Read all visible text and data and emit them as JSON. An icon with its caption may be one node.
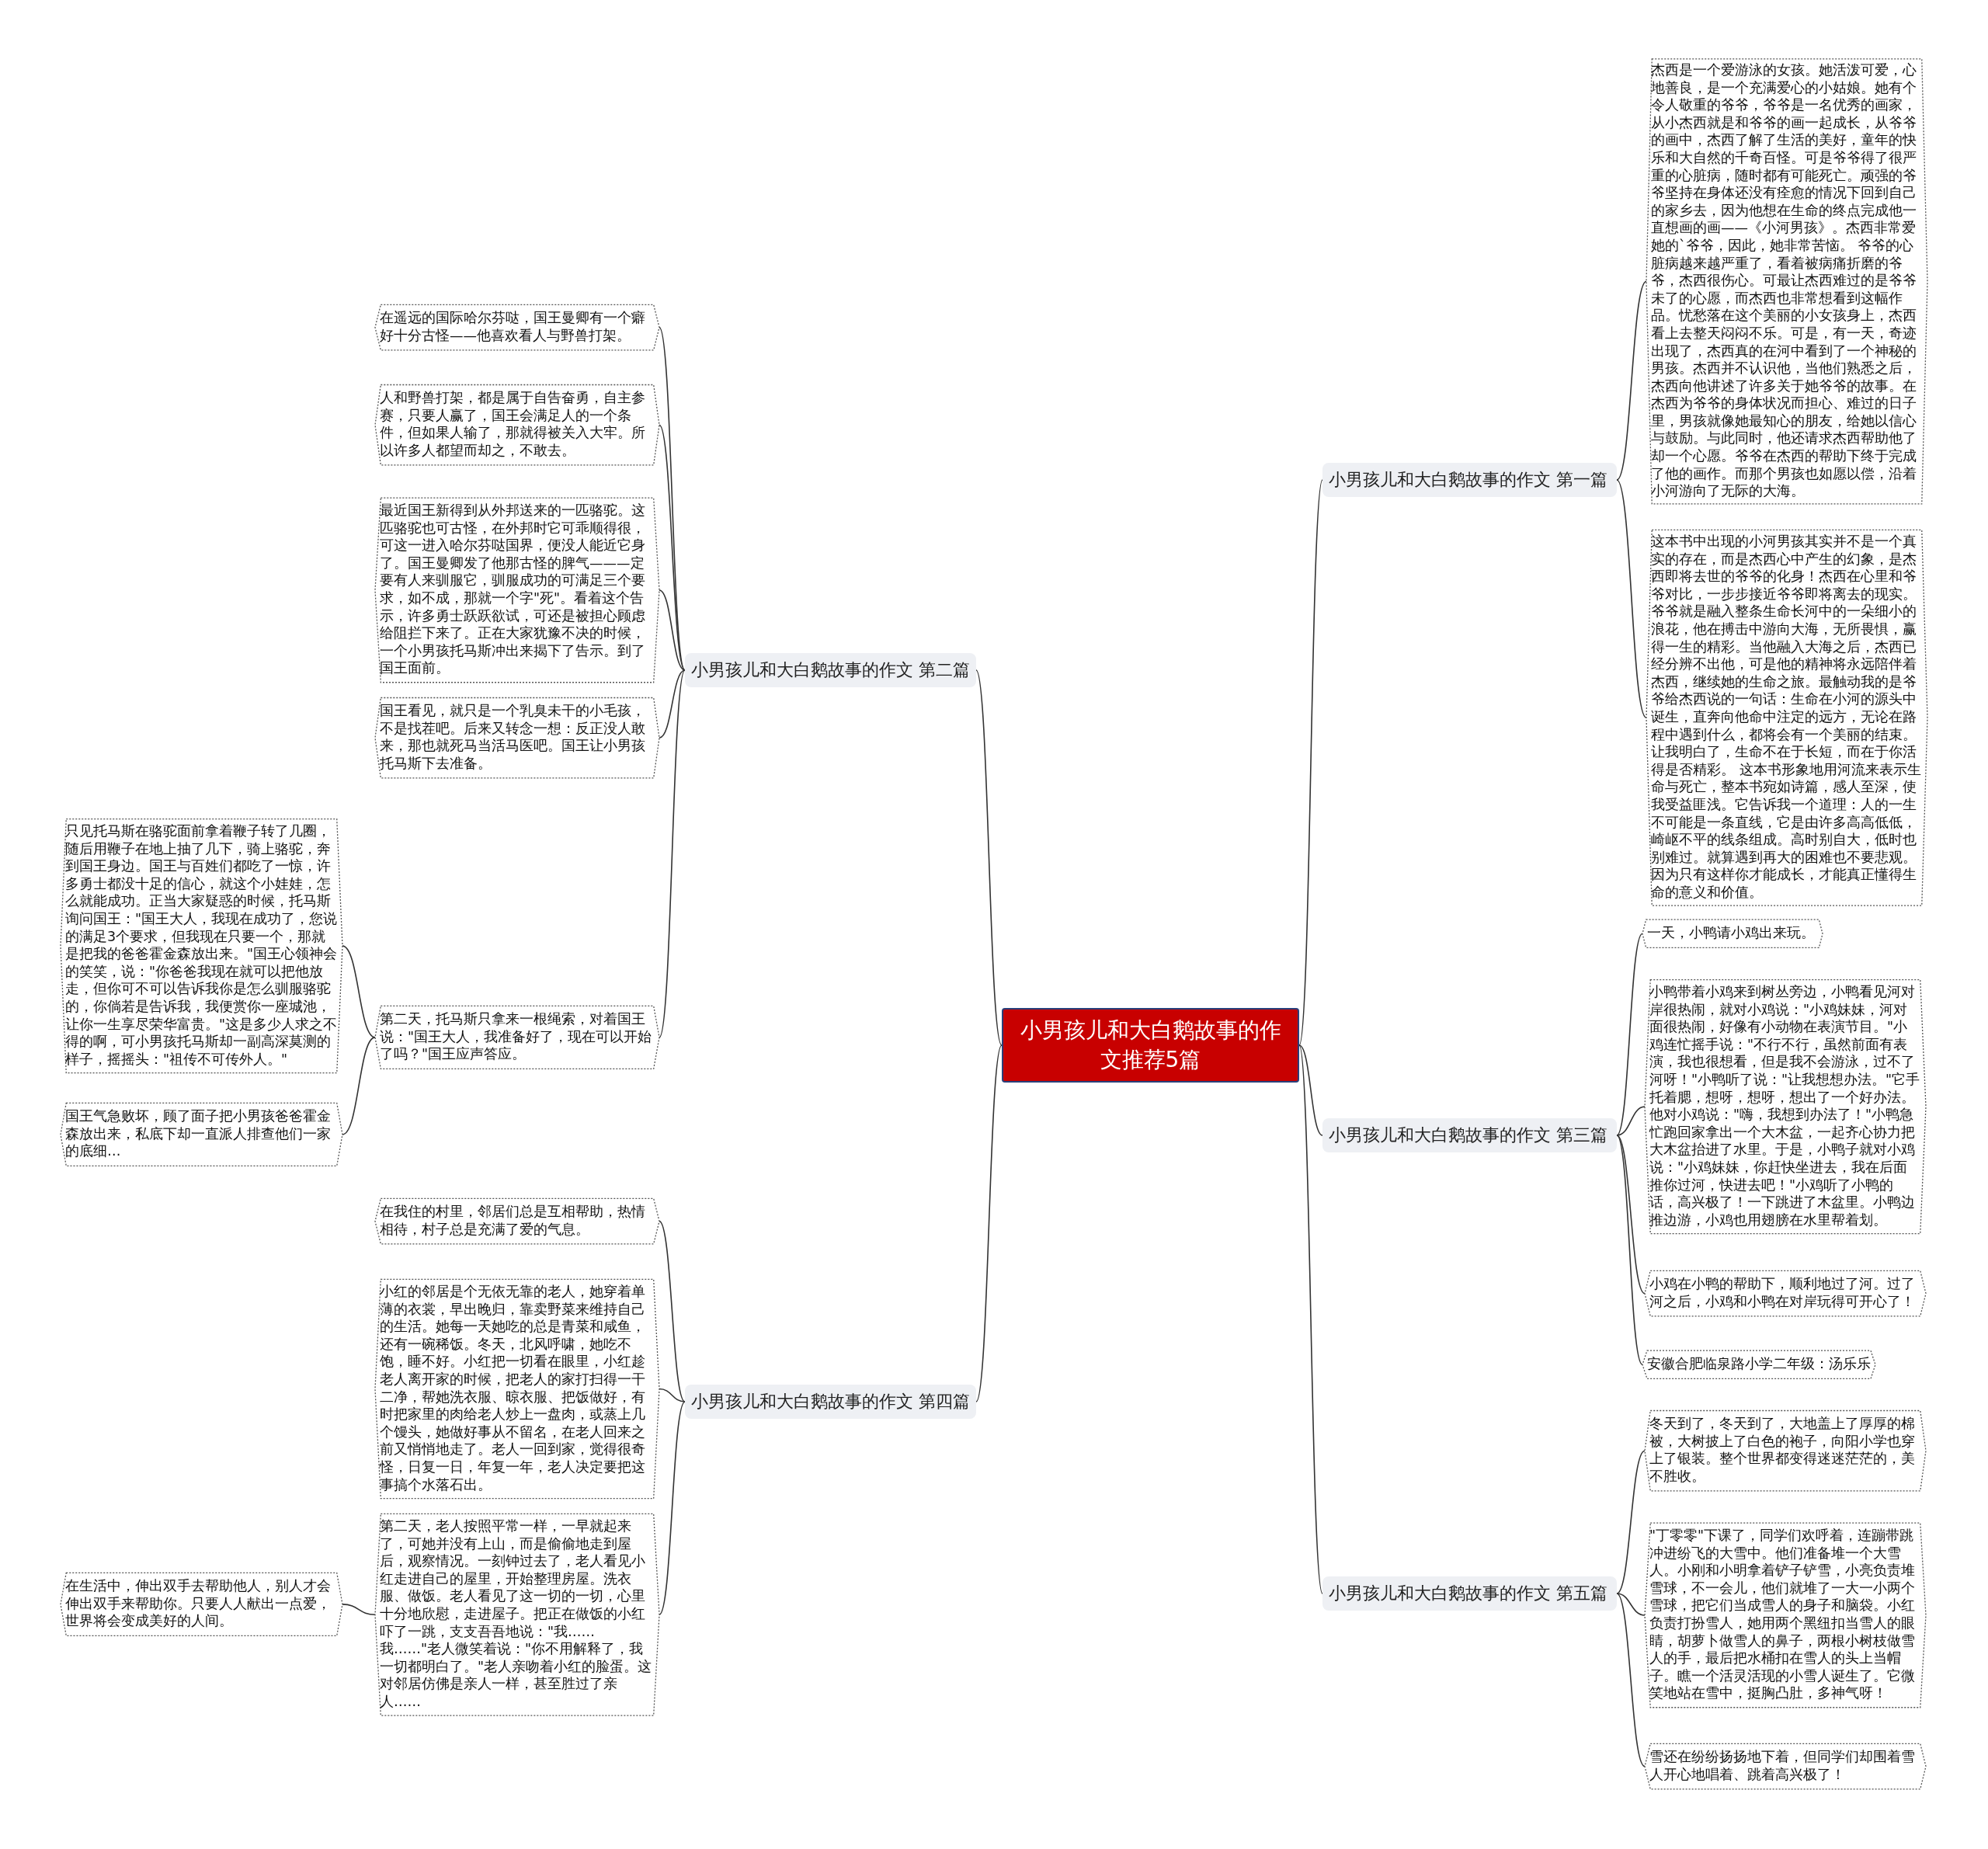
{
  "diagram": {
    "nodes": [
      {
        "text": [
          "小男孩儿和大白鹅故事的作文推荐5篇"
        ]
      },
      {
        "text": [
          "小男孩儿和大白鹅故事的作文 第一篇"
        ]
      },
      {
        "text": [
          "杰西是一个爱游泳的女孩。她活泼可爱，心地善良，是一个充满爱心的小姑娘。她有个令人敬重的爷爷，爷爷是一名优秀的画家，从小杰西就是和爷爷的画一起成长，从爷爷的画中，杰西了解了生活的美好，童年的快乐和大自然的千奇百怪。可是爷爷得了很严重的心脏病，随时都有可能死亡。顽强的爷爷坚持在身体还没有痊愈的情况下回到自己的家乡去，因为他想在生命的终点完成他一直想画的画——《小河男孩》。杰西非常爱她的`爷爷，因此，她非常苦恼。 爷爷的心脏病越来越严重了，看着被病痛折磨的爷爷，杰西很伤心。可最让杰西难过的是爷爷未了的心愿，而杰西也非常想看到这幅作品。忧愁落在这个美丽的小女孩身上，杰西看上去整天闷闷不乐。可是，有一天，奇迹出现了，杰西真的在河中看到了一个神秘的男孩。杰西并不认识他，当他们熟悉之后，杰西向他讲述了许多关于她爷爷的故事。在杰西为爷爷的身体状况而担心、难过的日子里，男孩就像她最知心的朋友，给她以信心与鼓励。与此同时，他还请求杰西帮助他了却一个心愿。爷爷在杰西的帮助下终于完成了他的画作。而那个男孩也如愿以偿，沿着小河游向了无际的大海。"
        ]
      },
      {
        "text": [
          "这本书中出现的小河男孩其实并不是一个真实的存在，而是杰西心中产生的幻象，是杰西即将去世的爷爷的化身！杰西在心里和爷爷对比，一步步接近爷爷即将离去的现实。爷爷就是融入整条生命长河中的一朵细小的浪花，他在搏击中游向大海，无所畏惧，赢得一生的精彩。当他融入大海之后，杰西已经分辨不出他，可是他的精神将永远陪伴着杰西，继续她的生命之旅。最触动我的是爷爷给杰西说的一句话：生命在小河的源头中诞生，直奔向他命中注定的远方，无论在路程中遇到什么，都将会有一个美丽的结束。让我明白了，生命不在于长短，而在于你活得是否精彩。 这本书形象地用河流来表示生命与死亡，整本书宛如诗篇，感人至深，使我受益匪浅。它告诉我一个道理：人的一生不可能是一条直线，它是由许多高高低低，崎岖不平的线条组成。高时别自大，低时也别难过。就算遇到再大的困难也不要悲观。因为只有这样你才能成长，才能真正懂得生命的意义和价值。"
        ]
      },
      {
        "text": [
          "小男孩儿和大白鹅故事的作文 第二篇"
        ]
      },
      {
        "text": [
          "在遥远的国际哈尔芬哒，国王曼卿有一个癖好十分古怪——他喜欢看人与野兽打架。"
        ]
      },
      {
        "text": [
          "人和野兽打架，都是属于自告奋勇，自主参赛，只要人赢了，国王会满足人的一个条件，但如果人输了，那就得被关入大牢。所以许多人都望而却之，不敢去。"
        ]
      },
      {
        "text": [
          "最近国王新得到从外邦送来的一匹骆驼。这匹骆驼也可古怪，在外邦时它可乖顺得很，可这一进入哈尔芬哒国界，便没人能近它身了。国王曼卿发了他那古怪的脾气———定要有人来驯服它，驯服成功的可满足三个要求，如不成，那就一个字\"死\"。看着这个告示，许多勇士跃跃欲试，可还是被担心顾虑给阻拦下来了。正在大家犹豫不决的时候，一个小男孩托马斯冲出来揭下了告示。到了国王面前。"
        ]
      },
      {
        "text": [
          "国王看见，就只是一个乳臭未干的小毛孩，不是找茬吧。后来又转念一想：反正没人敢来，那也就死马当活马医吧。国王让小男孩托马斯下去准备。"
        ]
      },
      {
        "text": [
          "第二天，托马斯只拿来一根绳索，对着国王说：\"国王大人，我准备好了，现在可以开始了吗？\"国王应声答应。"
        ]
      },
      {
        "text": [
          "只见托马斯在骆驼面前拿着鞭子转了几圈，随后用鞭子在地上抽了几下，骑上骆驼，奔到国王身边。国王与百姓们都吃了一惊，许多勇士都没十足的信心，就这个小娃娃，怎么就能成功。正当大家疑惑的时候，托马斯询问国王：\"国王大人，我现在成功了，您说的满足3个要求，但我现在只要一个，那就是把我的爸爸霍金森放出来。\"国王心领神会的笑笑，说：\"你爸爸我现在就可以把他放走，但你可不可以告诉我你是怎么驯服骆驼的，你倘若是告诉我，我便赏你一座城池，让你一生享尽荣华富贵。\"这是多少人求之不得的啊，可小男孩托马斯却一副高深莫测的样子，摇摇头：\"祖传不可传外人。\""
        ]
      },
      {
        "text": [
          "国王气急败坏，顾了面子把小男孩爸爸霍金森放出来，私底下却一直派人排查他们一家的底细…"
        ]
      },
      {
        "text": [
          "小男孩儿和大白鹅故事的作文 第三篇"
        ]
      },
      {
        "text": [
          "一天，小鸭请小鸡出来玩。"
        ]
      },
      {
        "text": [
          "小鸭带着小鸡来到树丛旁边，小鸭看见河对岸很热闹，就对小鸡说：\"小鸡妹妹，河对面很热闹，好像有小动物在表演节目。\"小鸡连忙摇手说：\"不行不行，虽然前面有表演，我也很想看，但是我不会游泳，过不了河呀！\"小鸭听了说：\"让我想想办法。\"它手托着腮，想呀，想呀，想出了一个好办法。他对小鸡说：\"嗨，我想到办法了！\"小鸭急忙跑回家拿出一个大木盆，一起齐心协力把大木盆抬进了水里。于是，小鸭子就对小鸡说：\"小鸡妹妹，你赶快坐进去，我在后面推你过河，快进去吧！\"小鸡听了小鸭的话，高兴极了！一下跳进了木盆里。小鸭边推边游，小鸡也用翅膀在水里帮着划。"
        ]
      },
      {
        "text": [
          "小鸡在小鸭的帮助下，顺利地过了河。过了河之后，小鸡和小鸭在对岸玩得可开心了！"
        ]
      },
      {
        "text": [
          "安徽合肥临泉路小学二年级：汤乐乐"
        ]
      },
      {
        "text": [
          "小男孩儿和大白鹅故事的作文 第四篇"
        ]
      },
      {
        "text": [
          "在我住的村里，邻居们总是互相帮助，热情相待，村子总是充满了爱的气息。"
        ]
      },
      {
        "text": [
          "小红的邻居是个无依无靠的老人，她穿着单薄的衣裳，早出晚归，靠卖野菜来维持自己的生活。她每一天她吃的总是青菜和咸鱼，还有一碗稀饭。冬天，北风呼啸，她吃不饱，睡不好。小红把一切看在眼里，小红趁老人离开家的时候，把老人的家打扫得一干二净，帮她洗衣服、晾衣服、把饭做好，有时把家里的肉给老人炒上一盘肉，或蒸上几个馒头，她做好事从不留名，在老人回来之前又悄悄地走了。老人一回到家，觉得很奇怪，日复一日，年复一年，老人决定要把这事搞个水落石出。"
        ]
      },
      {
        "text": [
          "第二天，老人按照平常一样，一早就起来了，可她并没有上山，而是偷偷地走到屋后，观察情况。一刻钟过去了，老人看见小红走进自己的屋里，开始整理房屋。洗衣服、做饭。老人看见了这一切的一切，心里十分地欣慰，走进屋子。把正在做饭的小红吓了一跳，支支吾吾地说：\"我……我……\"老人微笑着说：\"你不用解释了，我一切都明白了。\"老人亲吻着小红的脸蛋。这对邻居仿佛是亲人一样，甚至胜过了亲人……"
        ]
      },
      {
        "text": [
          "在生活中，伸出双手去帮助他人，别人才会伸出双手来帮助你。只要人人献出一点爱，世界将会变成美好的人间。"
        ]
      },
      {
        "text": [
          "小男孩儿和大白鹅故事的作文 第五篇"
        ]
      },
      {
        "text": [
          "冬天到了，冬天到了，大地盖上了厚厚的棉被，大树披上了白色的袍子，向阳小学也穿上了银装。整个世界都变得迷迷茫茫的，美不胜收。"
        ]
      },
      {
        "text": [
          "\"丁零零\"下课了，同学们欢呼着，连蹦带跳冲进纷飞的大雪中。他们准备堆一个大雪人。小刚和小明拿着铲子铲雪，小亮负责堆雪球，不一会儿，他们就堆了一大一小两个雪球，把它们当成雪人的身子和脑袋。小红负责打扮雪人，她用两个黑纽扣当雪人的眼睛，胡萝卜做雪人的鼻子，两根小树枝做雪人的手，最后把水桶扣在雪人的头上当帽子。瞧一个活灵活现的小雪人诞生了。它微笑地站在雪中，挺胸凸肚，多神气呀！"
        ]
      },
      {
        "text": [
          "雪还在纷纷扬扬地下着，但同学们却围着雪人开心地唱着、跳着高兴极了！"
        ]
      }
    ],
    "edges": [
      {
        "from": 0,
        "to": 1,
        "arrow": "none"
      },
      {
        "from": 0,
        "to": 4,
        "arrow": "none"
      },
      {
        "from": 0,
        "to": 12,
        "arrow": "none"
      },
      {
        "from": 0,
        "to": 17,
        "arrow": "none"
      },
      {
        "from": 0,
        "to": 22,
        "arrow": "none"
      },
      {
        "from": 1,
        "to": 2,
        "arrow": "none"
      },
      {
        "from": 1,
        "to": 3,
        "arrow": "none"
      },
      {
        "from": 4,
        "to": 5,
        "arrow": "none"
      },
      {
        "from": 4,
        "to": 6,
        "arrow": "none"
      },
      {
        "from": 4,
        "to": 7,
        "arrow": "none"
      },
      {
        "from": 4,
        "to": 8,
        "arrow": "none"
      },
      {
        "from": 4,
        "to": 9,
        "arrow": "none"
      },
      {
        "from": 9,
        "to": 10,
        "arrow": "none"
      },
      {
        "from": 9,
        "to": 11,
        "arrow": "none"
      },
      {
        "from": 12,
        "to": 13,
        "arrow": "none"
      },
      {
        "from": 12,
        "to": 14,
        "arrow": "none"
      },
      {
        "from": 12,
        "to": 15,
        "arrow": "none"
      },
      {
        "from": 12,
        "to": 16,
        "arrow": "none"
      },
      {
        "from": 17,
        "to": 18,
        "arrow": "none"
      },
      {
        "from": 17,
        "to": 19,
        "arrow": "none"
      },
      {
        "from": 17,
        "to": 20,
        "arrow": "none"
      },
      {
        "from": 20,
        "to": 21,
        "arrow": "none"
      },
      {
        "from": 22,
        "to": 23,
        "arrow": "none"
      },
      {
        "from": 22,
        "to": 24,
        "arrow": "none"
      },
      {
        "from": 22,
        "to": 25,
        "arrow": "none"
      }
    ]
  }
}
